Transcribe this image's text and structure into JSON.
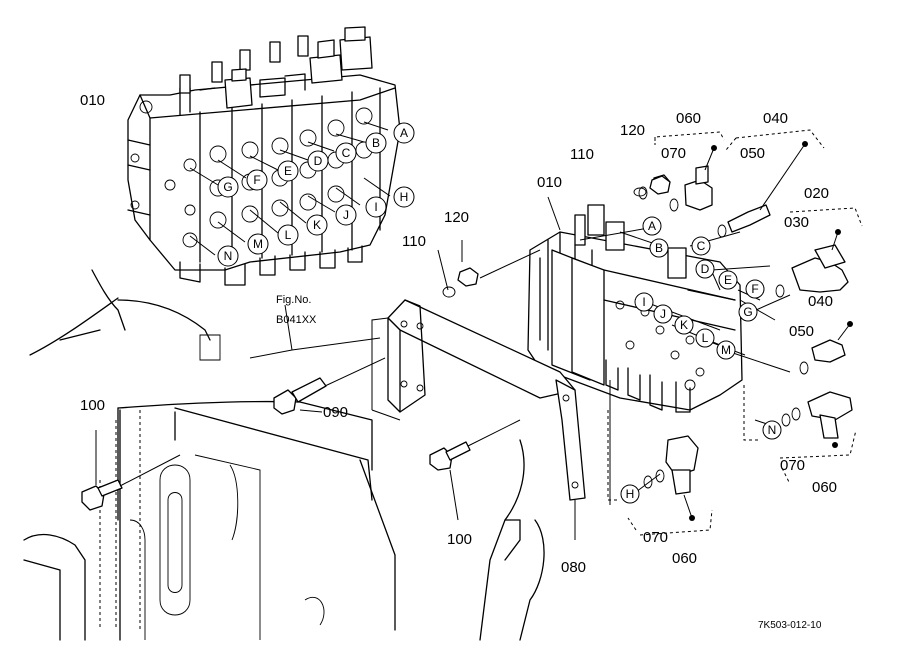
{
  "part_numbers": {
    "p010_left": "010",
    "p010_right": "010",
    "p120_top": "120",
    "p060_top": "060",
    "p040_top": "040",
    "p110_top": "110",
    "p070_top": "070",
    "p050_top": "050",
    "p020": "020",
    "p030": "030",
    "p040_mid": "040",
    "p050_mid": "050",
    "p110_left": "110",
    "p120_left": "120",
    "p100_left": "100",
    "p090": "090",
    "p100_bottom": "100",
    "p080": "080",
    "p070_bottom": "070",
    "p060_bottom": "060",
    "p070_right": "070",
    "p060_right": "060"
  },
  "fig_ref": {
    "line1": "Fig.No.",
    "line2": "B041XX"
  },
  "drawing_code": "7K503-012-10",
  "port_labels_left": [
    "A",
    "B",
    "C",
    "D",
    "E",
    "F",
    "G",
    "H",
    "I",
    "J",
    "K",
    "L",
    "M",
    "N"
  ],
  "port_labels_right": [
    "A",
    "B",
    "C",
    "D",
    "E",
    "F",
    "G",
    "I",
    "J",
    "K",
    "L",
    "M",
    "H",
    "N"
  ]
}
